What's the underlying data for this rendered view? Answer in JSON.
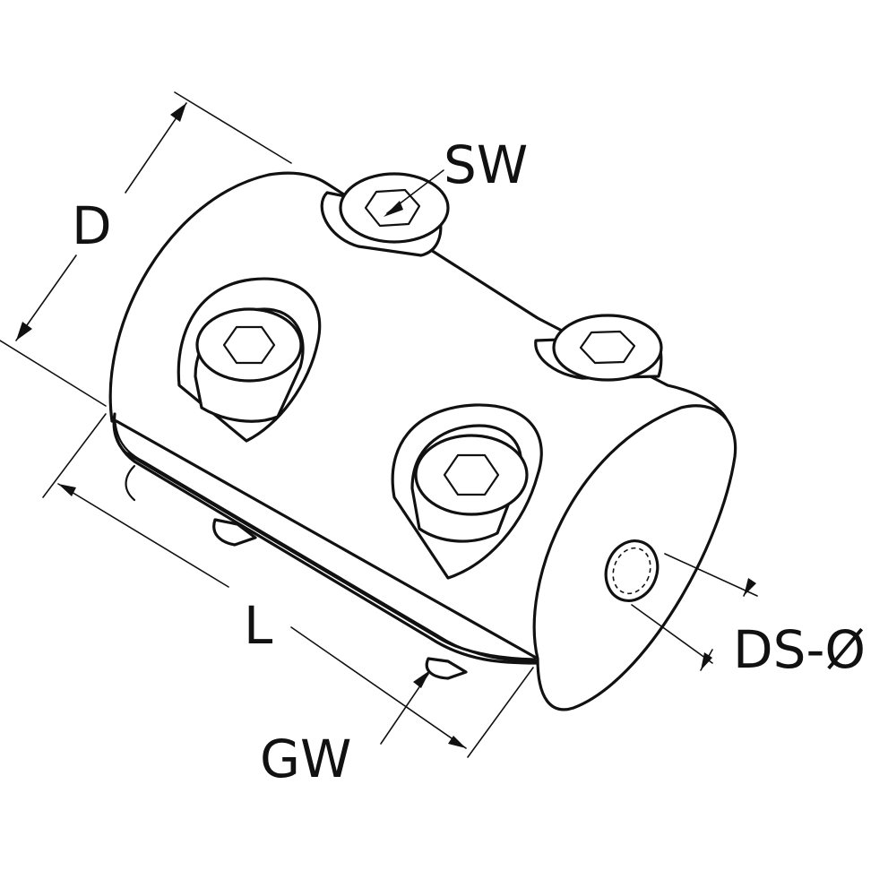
{
  "labels": {
    "d": "D",
    "sw": "SW",
    "l": "L",
    "gw": "GW",
    "ds": "DS-Ø"
  }
}
